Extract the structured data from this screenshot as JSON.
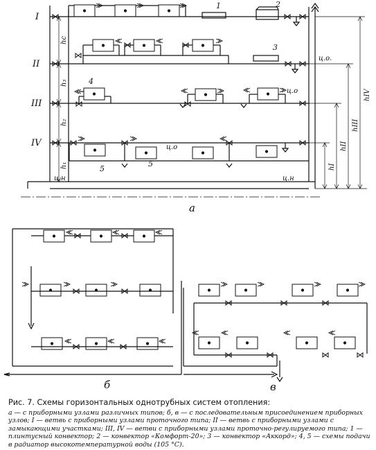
{
  "labels": {
    "branch_1": "I",
    "branch_2": "II",
    "branch_3": "III",
    "branch_4": "IV",
    "h_1": "h₁",
    "h_2": "h₂",
    "h_3": "h₃",
    "h_c": "hс",
    "h_I": "hI",
    "h_II": "hII",
    "h_III": "hIII",
    "h_IV": "hIV",
    "num_1": "1",
    "num_2": "2",
    "num_3": "3",
    "num_4": "4",
    "num_5a": "5",
    "num_5b": "5",
    "co_1": "ц.о.",
    "co_2": "ц.о",
    "co_3": "ц.о",
    "cn_left": "ц.н",
    "cn_right": "ц.н",
    "sub_a": "а",
    "sub_b": "б",
    "sub_v": "в"
  },
  "caption": {
    "title": "Рис. 7. Схемы горизонтальных однотрубных систем отопления:",
    "body": "а — с приборными узлами различных типов; б, в — с последовательным присоединением приборных узлов; I — ветвь с приборными узлами проточного типа; II — ветвь с приборными узлами с замыкающими участками; III, IV — ветви с приборными узлами проточно-регулируемого типа; 1 — плинтусный конвектор; 2 — конвектор «Комфорт-20»; 3 — конвектор «Аккорд»; 4, 5 — схемы подачи в радиатор высокотемпературной воды (105 °С)."
  }
}
